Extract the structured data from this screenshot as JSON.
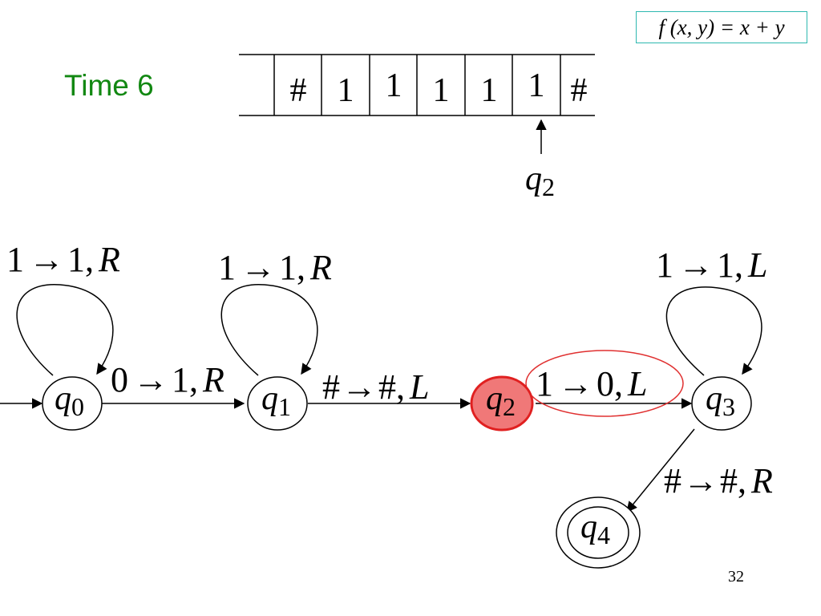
{
  "formula": "f (x, y) = x + y",
  "time_label": "Time 6",
  "page_number": "32",
  "tape": {
    "cells": [
      "",
      "#",
      "1",
      "1",
      "1",
      "1",
      "1",
      "#"
    ],
    "head_state": "q",
    "head_state_sub": "2"
  },
  "states": [
    {
      "id": "q0",
      "name": "q",
      "sub": "0",
      "initial": true,
      "accepting": false,
      "active": false
    },
    {
      "id": "q1",
      "name": "q",
      "sub": "1",
      "initial": false,
      "accepting": false,
      "active": false
    },
    {
      "id": "q2",
      "name": "q",
      "sub": "2",
      "initial": false,
      "accepting": false,
      "active": true
    },
    {
      "id": "q3",
      "name": "q",
      "sub": "3",
      "initial": false,
      "accepting": false,
      "active": false
    },
    {
      "id": "q4",
      "name": "q",
      "sub": "4",
      "initial": false,
      "accepting": true,
      "active": false
    }
  ],
  "transitions": [
    {
      "from": "q0",
      "to": "q0",
      "read": "1",
      "write": "1",
      "move": "R"
    },
    {
      "from": "q0",
      "to": "q1",
      "read": "0",
      "write": "1",
      "move": "R"
    },
    {
      "from": "q1",
      "to": "q1",
      "read": "1",
      "write": "1",
      "move": "R"
    },
    {
      "from": "q1",
      "to": "q2",
      "read": "#",
      "write": "#",
      "move": "L"
    },
    {
      "from": "q2",
      "to": "q3",
      "read": "1",
      "write": "0",
      "move": "L",
      "highlighted": true
    },
    {
      "from": "q3",
      "to": "q3",
      "read": "1",
      "write": "1",
      "move": "L"
    },
    {
      "from": "q3",
      "to": "q4",
      "read": "#",
      "write": "#",
      "move": "R"
    }
  ],
  "arrow_glyph": "→",
  "colors": {
    "active_state_fill": "#f07878",
    "active_state_stroke": "#e02020",
    "highlight_ellipse": "#e03030",
    "time_label": "#128812",
    "formula_border": "#2eb8b0"
  }
}
